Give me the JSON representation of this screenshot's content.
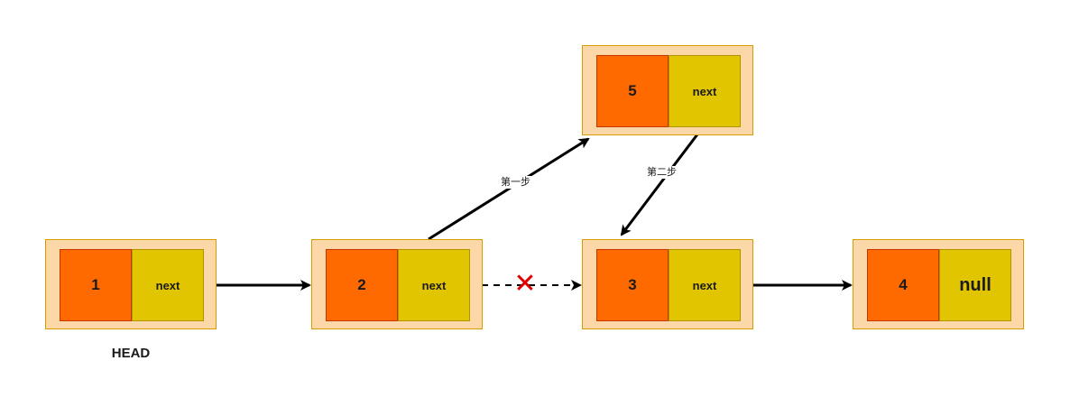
{
  "nodes": [
    {
      "id": "n1",
      "value": "1",
      "pointer": "next"
    },
    {
      "id": "n2",
      "value": "2",
      "pointer": "next"
    },
    {
      "id": "n3",
      "value": "3",
      "pointer": "next"
    },
    {
      "id": "n4",
      "value": "4",
      "pointer": "null"
    },
    {
      "id": "n5",
      "value": "5",
      "pointer": "next"
    }
  ],
  "head_label": "HEAD",
  "edges": [
    {
      "from": "n1",
      "to": "n2",
      "style": "solid"
    },
    {
      "from": "n2",
      "to": "n3",
      "style": "dashed",
      "removed": true
    },
    {
      "from": "n3",
      "to": "n4",
      "style": "solid"
    },
    {
      "from": "n2",
      "to": "n5",
      "style": "solid",
      "label": "第一步"
    },
    {
      "from": "n5",
      "to": "n3",
      "style": "solid",
      "label": "第二步"
    }
  ],
  "removed_mark": "✕",
  "colors": {
    "node_bg": "#fcd8a8",
    "value_cell": "#ff6a00",
    "pointer_cell": "#e1c500",
    "removed_mark": "#e00000",
    "edge": "#000000"
  }
}
